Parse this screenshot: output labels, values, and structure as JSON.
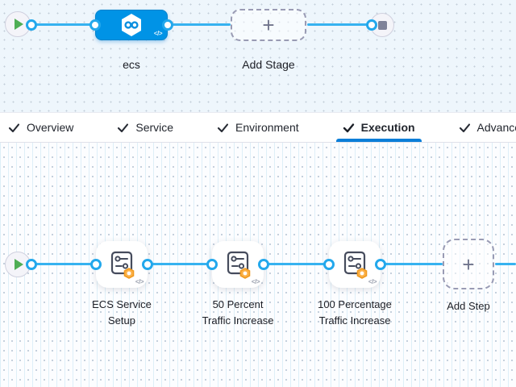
{
  "stage_pipeline": {
    "stage": {
      "name": "ecs",
      "code_toggle": "</>"
    },
    "add_stage": {
      "label": "Add Stage",
      "plus": "+"
    }
  },
  "tab_bar": {
    "tabs": [
      {
        "label": "Overview"
      },
      {
        "label": "Service"
      },
      {
        "label": "Environment"
      },
      {
        "label": "Execution",
        "active": true
      },
      {
        "label": "Advanced"
      }
    ]
  },
  "execution": {
    "steps": [
      {
        "lines": [
          "ECS Service",
          "Setup"
        ],
        "code_toggle": "</>"
      },
      {
        "lines": [
          "50 Percent",
          "Traffic Increase"
        ],
        "code_toggle": "</>"
      },
      {
        "lines": [
          "100 Percentage",
          "Traffic Increase"
        ],
        "code_toggle": "</>"
      }
    ],
    "add_step": {
      "label": "Add Step",
      "plus": "+"
    }
  },
  "colors": {
    "connector_blue": "#36b2f0",
    "active_tab_underline": "#0b7ed8",
    "stage_fill": "#0093e6",
    "badge_orange": "#f6a723",
    "play_green": "#4fae55",
    "stop_gray": "#7e8299"
  }
}
